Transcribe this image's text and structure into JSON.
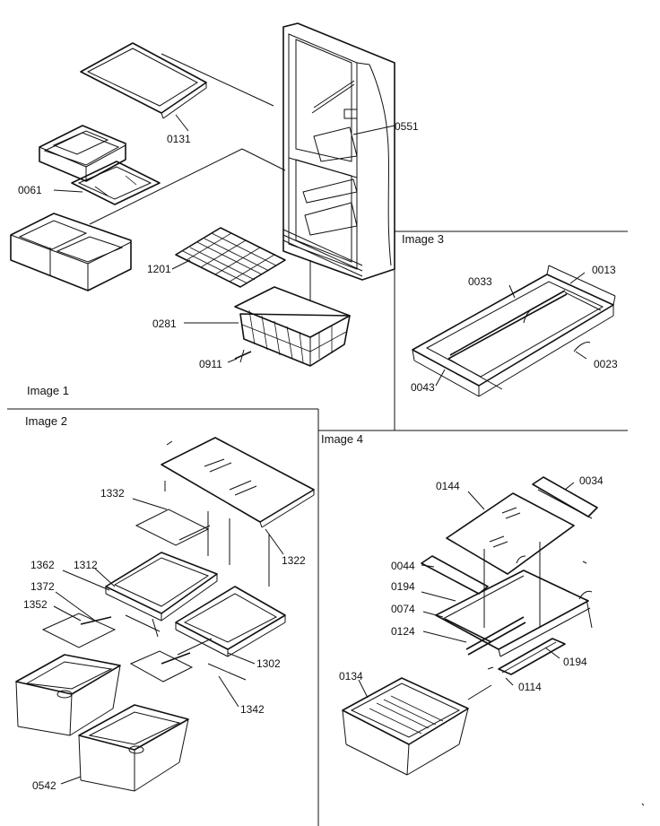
{
  "images": {
    "image1": "Image 1",
    "image2": "Image 2",
    "image3": "Image 3",
    "image4": "Image 4"
  },
  "parts": {
    "p0131": "0131",
    "p0551": "0551",
    "p0061": "0061",
    "p1201": "1201",
    "p0281": "0281",
    "p0911": "0911",
    "p0013": "0013",
    "p0033": "0033",
    "p0043": "0043",
    "p0023": "0023",
    "p1332": "1332",
    "p1322": "1322",
    "p1362": "1362",
    "p1312": "1312",
    "p1372": "1372",
    "p1352": "1352",
    "p1302": "1302",
    "p1342": "1342",
    "p0542": "0542",
    "p0144": "0144",
    "p0034": "0034",
    "p0044": "0044",
    "p0194a": "0194",
    "p0074": "0074",
    "p0124": "0124",
    "p0194b": "0194",
    "p0134": "0134",
    "p0114": "0114"
  }
}
